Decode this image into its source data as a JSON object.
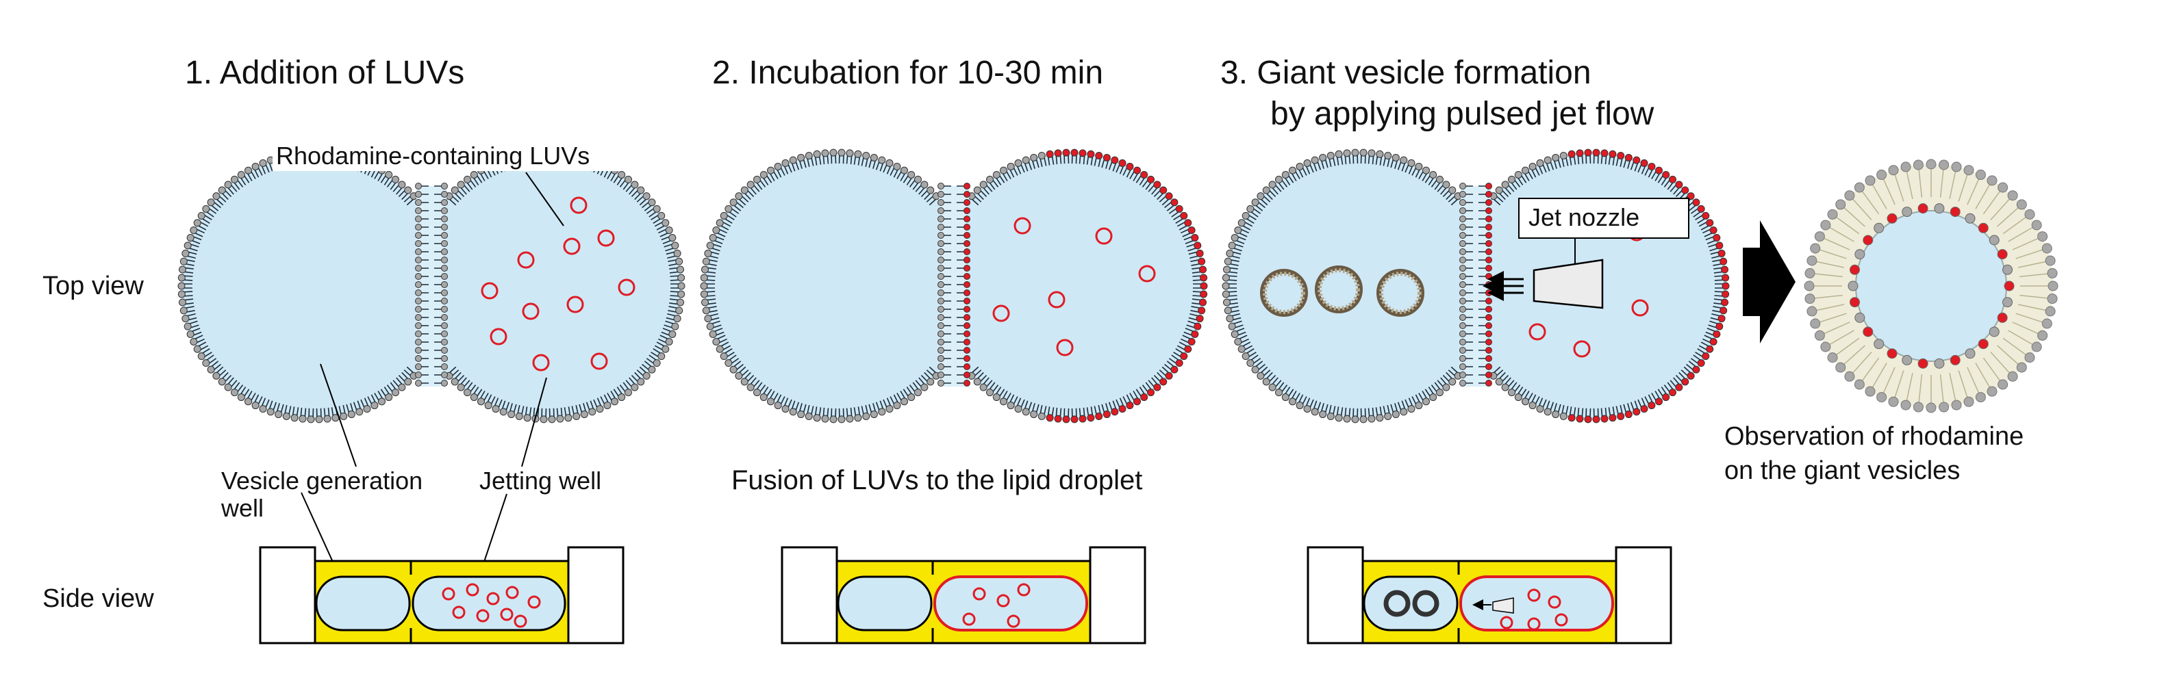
{
  "steps": [
    {
      "title": "1. Addition of LUVs"
    },
    {
      "title": "2. Incubation for 10-30 min"
    },
    {
      "title_line1": "3. Giant vesicle formation",
      "title_line2": "by applying pulsed jet flow"
    }
  ],
  "row_labels": {
    "top": "Top view",
    "side": "Side view"
  },
  "annotations": {
    "rhodamine_luvs": "Rhodamine-containing LUVs",
    "vesicle_well_line1": "Vesicle generation",
    "vesicle_well_line2": "well",
    "jetting_well": "Jetting well",
    "jet_nozzle": "Jet nozzle",
    "fusion": "Fusion of LUVs to the lipid droplet",
    "observation_line1": "Observation of rhodamine",
    "observation_line2": "on the giant vesicles"
  },
  "colors": {
    "water": "#cfe8f5",
    "oil_yellow": "#f7e600",
    "rhodamine_red": "#e01b24",
    "lipid_head": "#a7a7a7",
    "lipid_tail": "#1b2b3a",
    "giant_vesicle_fill": "#efecd9"
  }
}
